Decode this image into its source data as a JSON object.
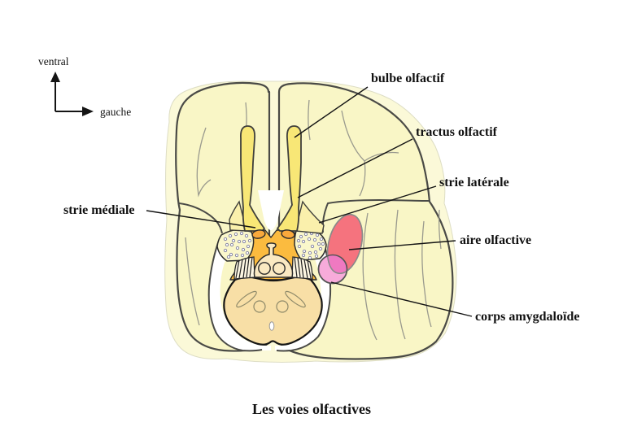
{
  "figure": {
    "title": "Les voies olfactives",
    "compass": {
      "up_label": "ventral",
      "right_label": "gauche"
    },
    "labels": {
      "bulbe_olfactif": "bulbe olfactif",
      "tractus_olfactif": "tractus olfactif",
      "strie_laterale": "strie latérale",
      "strie_mediale": "strie médiale",
      "aire_olfactive": "aire olfactive",
      "corps_amygdaloide": "corps amygdaloïde"
    },
    "colors": {
      "cortex": "#F9F6C6",
      "cortex_fringe": "#FBF9D8",
      "olfactory_tract": "#F8E776",
      "tract_wing": "#FAF0AC",
      "trigone_orange": "#FBBB3F",
      "ellipse_orange": "#F9A93C",
      "midbrain_tan": "#F8DFA6",
      "dome_tan": "#FAE9C2",
      "aire_olfactive_red": "#F5737E",
      "corps_amygdaloide_pink": "#F7ABDA",
      "overlap_pink": "#EF79C1"
    }
  }
}
